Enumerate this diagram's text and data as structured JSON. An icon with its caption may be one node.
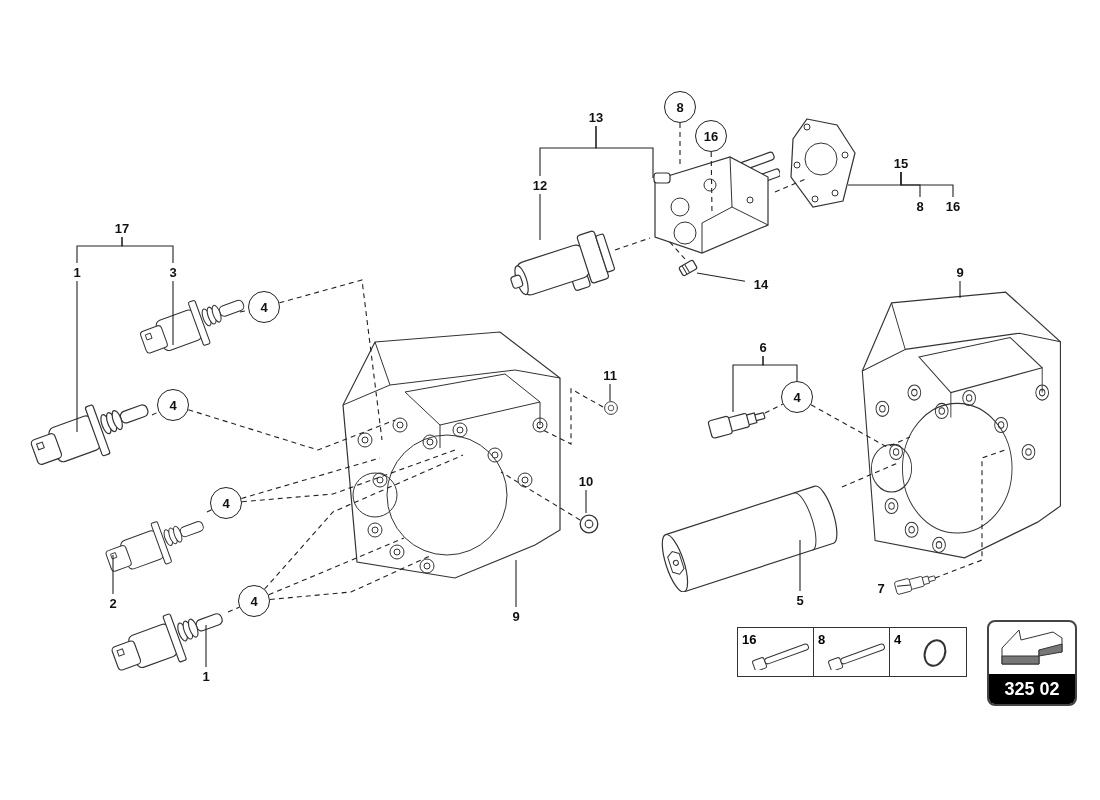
{
  "diagram": {
    "nodes": [
      {
        "text": [
          "17"
        ]
      },
      {
        "text": [
          "1"
        ]
      },
      {
        "text": [
          "3"
        ]
      },
      {
        "text": [
          "4"
        ]
      },
      {
        "text": [
          "4"
        ]
      },
      {
        "text": [
          "4"
        ]
      },
      {
        "text": [
          "4"
        ]
      },
      {
        "text": [
          "2"
        ]
      },
      {
        "text": [
          "1"
        ]
      },
      {
        "text": [
          "13"
        ]
      },
      {
        "text": [
          "8"
        ]
      },
      {
        "text": [
          "16"
        ]
      },
      {
        "text": [
          "12"
        ]
      },
      {
        "text": [
          "14"
        ]
      },
      {
        "text": [
          "15"
        ]
      },
      {
        "text": [
          "8"
        ]
      },
      {
        "text": [
          "16"
        ]
      },
      {
        "text": [
          "9"
        ]
      },
      {
        "text": [
          "11"
        ]
      },
      {
        "text": [
          "6"
        ]
      },
      {
        "text": [
          "4"
        ]
      },
      {
        "text": [
          "10"
        ]
      },
      {
        "text": [
          "9"
        ]
      },
      {
        "text": [
          "5"
        ]
      },
      {
        "text": [
          "7"
        ]
      },
      {
        "text": [],
        "shape": "picture"
      },
      {
        "text": [],
        "shape": "picture"
      },
      {
        "text": [],
        "shape": "picture"
      },
      {
        "text": [],
        "shape": "picture"
      },
      {
        "text": [],
        "shape": "picture"
      },
      {
        "text": [],
        "shape": "picture"
      },
      {
        "text": [],
        "shape": "picture"
      },
      {
        "text": [],
        "shape": "picture"
      },
      {
        "text": [],
        "shape": "picture"
      },
      {
        "text": [],
        "shape": "picture"
      },
      {
        "text": [],
        "shape": "picture"
      },
      {
        "text": [],
        "shape": "picture"
      },
      {
        "text": [],
        "shape": "picture"
      },
      {
        "text": [],
        "shape": "picture"
      },
      {
        "text": [],
        "shape": "picture"
      }
    ],
    "edges": [
      {
        "from": 1,
        "to": 26,
        "arrow": "none"
      },
      {
        "from": 2,
        "to": 25,
        "arrow": "none"
      },
      {
        "from": 25,
        "to": 3,
        "arrow": "none",
        "style": "dashed"
      },
      {
        "from": 3,
        "to": 29,
        "arrow": "none",
        "style": "dashed"
      },
      {
        "from": 26,
        "to": 4,
        "arrow": "none",
        "style": "dashed"
      },
      {
        "from": 4,
        "to": 29,
        "arrow": "none",
        "style": "dashed"
      },
      {
        "from": 27,
        "to": 5,
        "arrow": "none",
        "style": "dashed"
      },
      {
        "from": 5,
        "to": 29,
        "arrow": "none",
        "style": "dashed"
      },
      {
        "from": 5,
        "to": 29,
        "arrow": "none",
        "style": "dashed"
      },
      {
        "from": 7,
        "to": 27,
        "arrow": "none"
      },
      {
        "from": 28,
        "to": 6,
        "arrow": "none",
        "style": "dashed"
      },
      {
        "from": 6,
        "to": 29,
        "arrow": "none",
        "style": "dashed"
      },
      {
        "from": 6,
        "to": 29,
        "arrow": "none",
        "style": "dashed"
      },
      {
        "from": 6,
        "to": 29,
        "arrow": "none",
        "style": "dashed"
      },
      {
        "from": 8,
        "to": 28,
        "arrow": "none"
      },
      {
        "from": 12,
        "to": 30,
        "arrow": "none"
      },
      {
        "from": 30,
        "to": 31,
        "arrow": "none",
        "style": "dashed"
      },
      {
        "from": 10,
        "to": 31,
        "arrow": "none",
        "style": "dashed"
      },
      {
        "from": 11,
        "to": 31,
        "arrow": "none",
        "style": "dashed"
      },
      {
        "from": 31,
        "to": 32,
        "arrow": "none",
        "style": "dashed"
      },
      {
        "from": 13,
        "to": 33,
        "arrow": "none"
      },
      {
        "from": 33,
        "to": 31,
        "arrow": "none",
        "style": "dashed"
      },
      {
        "from": 17,
        "to": 38,
        "arrow": "none"
      },
      {
        "from": 18,
        "to": 34,
        "arrow": "none"
      },
      {
        "from": 34,
        "to": 29,
        "arrow": "none",
        "style": "dashed"
      },
      {
        "from": 21,
        "to": 35,
        "arrow": "none"
      },
      {
        "from": 35,
        "to": 29,
        "arrow": "none",
        "style": "dashed"
      },
      {
        "from": 36,
        "to": 20,
        "arrow": "none",
        "style": "dashed"
      },
      {
        "from": 20,
        "to": 38,
        "arrow": "none",
        "style": "dashed"
      },
      {
        "from": 37,
        "to": 38,
        "arrow": "none",
        "style": "dashed"
      },
      {
        "from": 22,
        "to": 29,
        "arrow": "none"
      },
      {
        "from": 23,
        "to": 37,
        "arrow": "none"
      },
      {
        "from": 24,
        "to": 39,
        "arrow": "none"
      },
      {
        "from": 39,
        "to": 38,
        "arrow": "none",
        "style": "dashed"
      },
      {
        "from": 0,
        "to": 1,
        "arrow": "none"
      },
      {
        "from": 0,
        "to": 2,
        "arrow": "none"
      },
      {
        "from": 9,
        "to": 12,
        "arrow": "none"
      },
      {
        "from": 9,
        "to": 31,
        "arrow": "none"
      },
      {
        "from": 19,
        "to": 36,
        "arrow": "none"
      },
      {
        "from": 19,
        "to": 20,
        "arrow": "none"
      },
      {
        "from": 14,
        "to": 15,
        "arrow": "none"
      },
      {
        "from": 14,
        "to": 16,
        "arrow": "none"
      },
      {
        "from": 14,
        "to": 32,
        "arrow": "none"
      }
    ],
    "labels": [
      "16",
      "8",
      "4",
      "325 02"
    ]
  }
}
